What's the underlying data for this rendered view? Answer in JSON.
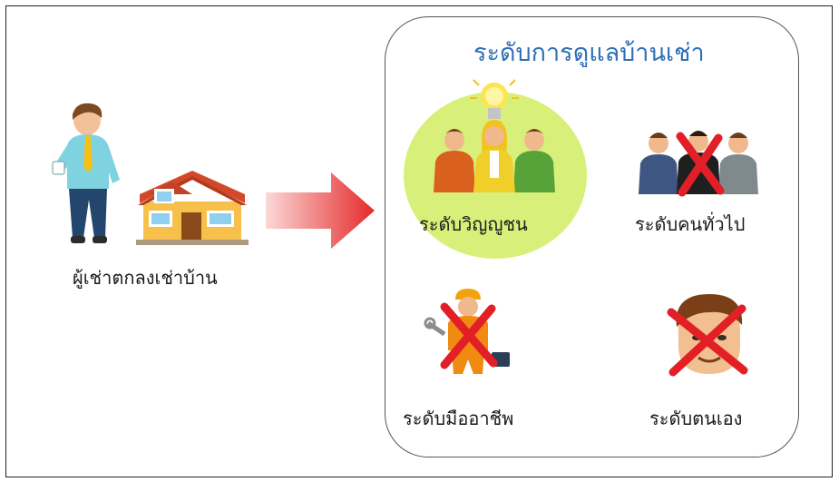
{
  "panel": {
    "title": "ระดับการดูแลบ้านเช่า"
  },
  "tenant": {
    "label": "ผู้เช่าตกลงเช่าบ้าน"
  },
  "levels": [
    {
      "label": "ระดับวิญญูชน",
      "selected": true,
      "highlight_color": "#d8f07a",
      "icon": "expert-group-lightbulb-icon"
    },
    {
      "label": "ระดับคนทั่วไป",
      "selected": false,
      "icon": "general-people-icon"
    },
    {
      "label": "ระดับมืออาชีพ",
      "selected": false,
      "icon": "worker-icon"
    },
    {
      "label": "ระดับตนเอง",
      "selected": false,
      "icon": "self-face-icon"
    }
  ],
  "colors": {
    "title": "#2e6fb5",
    "arrow": "#e52a2a",
    "cross": "#e21f26",
    "panel_border": "#555555"
  }
}
